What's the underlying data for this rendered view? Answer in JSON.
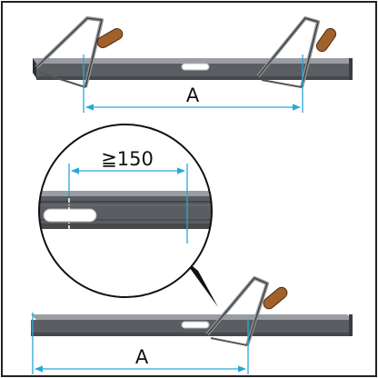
{
  "top_dimension": {
    "label": "A"
  },
  "detail_dimension": {
    "label": "≧150"
  },
  "bottom_dimension": {
    "label": "A"
  },
  "colors": {
    "border": "#222222",
    "bar_face": "#5a5e62",
    "bar_dark": "#2e3134",
    "bar_light": "#9a9ea2",
    "dimension_line": "#29a8d8",
    "saw_frame": "#8d9194",
    "saw_handle": "#a2612b"
  },
  "icons": [
    "hacksaw-icon",
    "bar-stock-icon",
    "magnifier-callout-icon"
  ]
}
